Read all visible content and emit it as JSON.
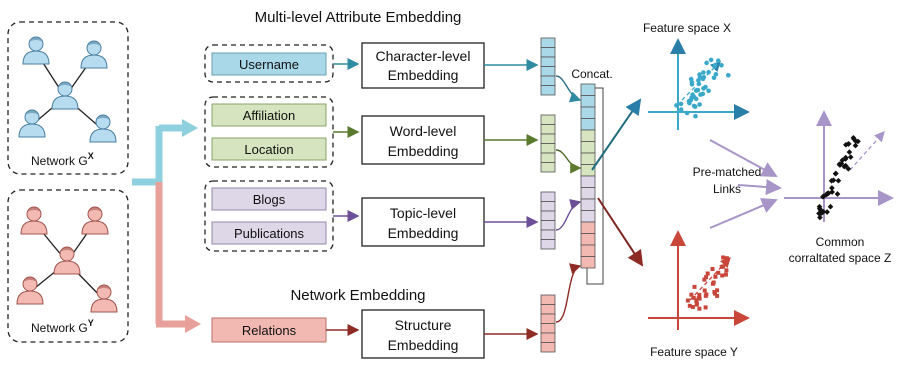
{
  "network_x": {
    "label": "Network G",
    "sup": "X"
  },
  "network_y": {
    "label": "Network G",
    "sup": "Y"
  },
  "sections": {
    "multi_level": "Multi-level Attribute Embedding",
    "network_embedding": "Network Embedding",
    "concat": "Concat."
  },
  "attributes": {
    "username": "Username",
    "affiliation": "Affiliation",
    "location": "Location",
    "blogs": "Blogs",
    "publications": "Publications",
    "relations": "Relations"
  },
  "embeddings": {
    "character": [
      "Character-level",
      "Embedding"
    ],
    "word": [
      "Word-level",
      "Embedding"
    ],
    "topic": [
      "Topic-level",
      "Embedding"
    ],
    "structure": [
      "Structure",
      "Embedding"
    ]
  },
  "spaces": {
    "x": "Feature space X",
    "y": "Feature space Y",
    "z": [
      "Common",
      "corraltated space Z"
    ],
    "prematched": [
      "Pre-matched",
      "Links"
    ]
  },
  "colors": {
    "teal": "#2e8ba0",
    "green": "#6a8c3a",
    "purple": "#7c6b9e",
    "red": "#b03a2e",
    "blue_fill": "#a9d8e8",
    "green_fill": "#d6e5bf",
    "purple_fill": "#ddd7e8",
    "red_fill": "#f2b8b2",
    "teal_scatter": "#3aa9c9",
    "red_scatter": "#c8463a",
    "z_axis": "#a895c8"
  }
}
